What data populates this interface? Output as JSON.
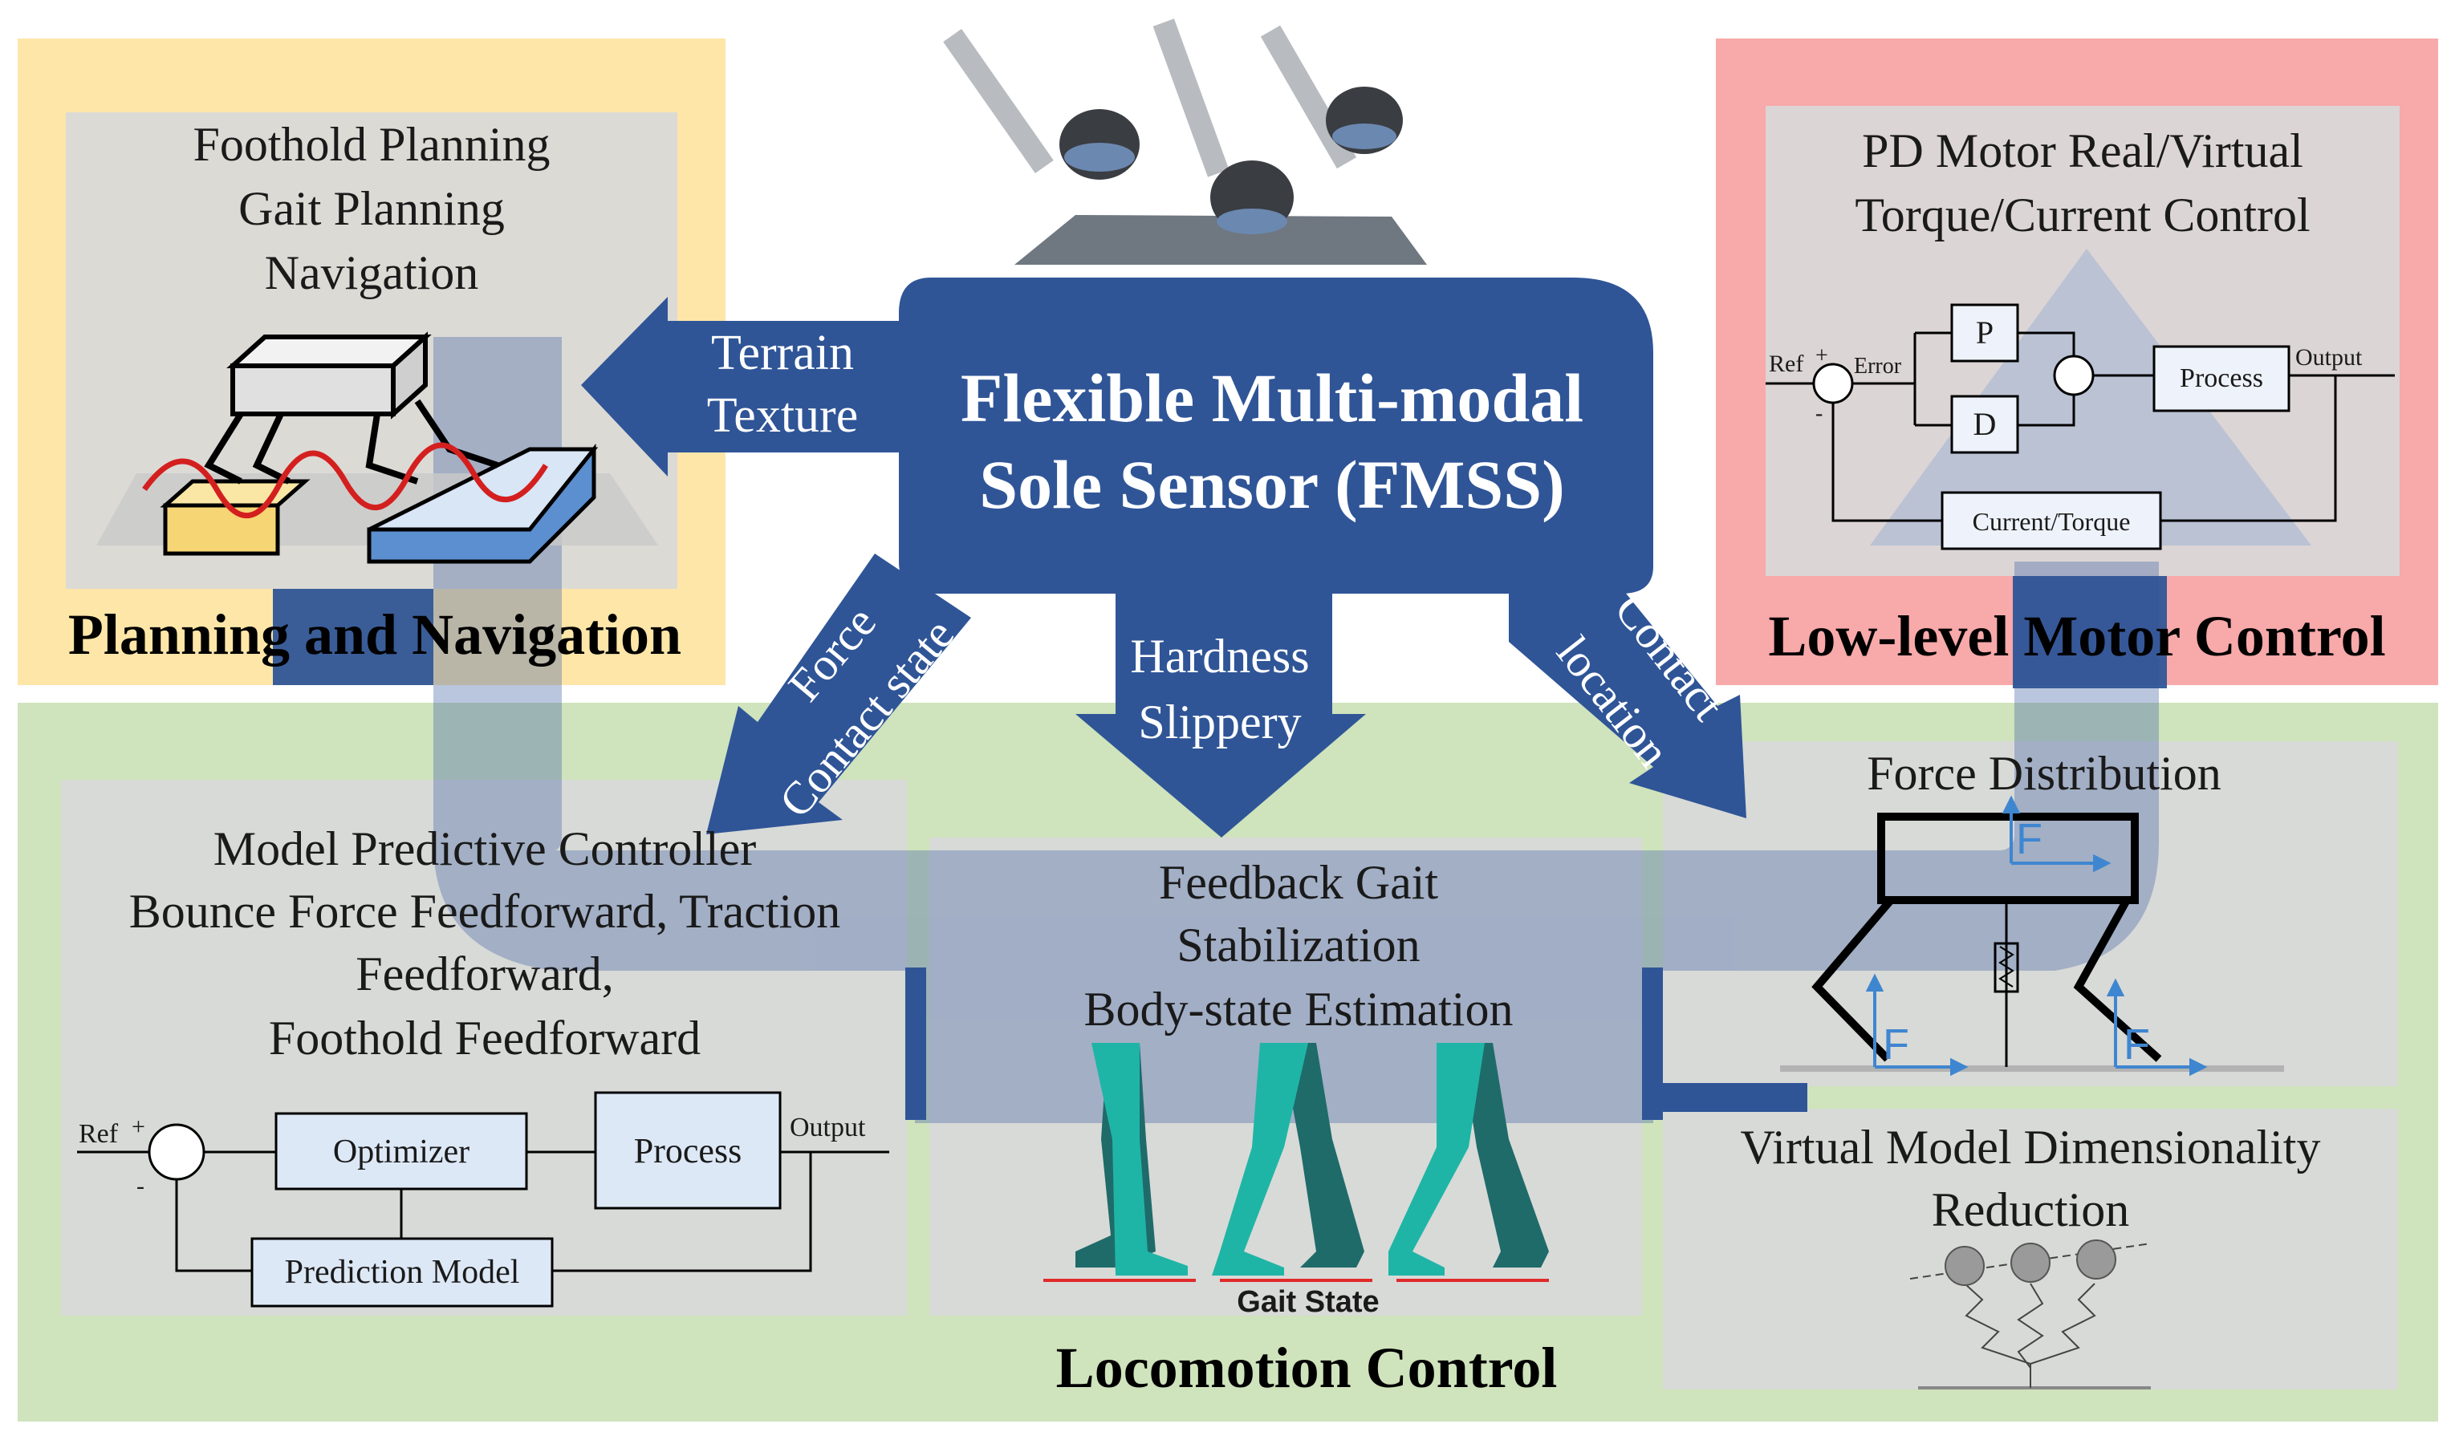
{
  "fmss": {
    "title_line1": "Flexible Multi-modal",
    "title_line2": "Sole Sensor (FMSS)"
  },
  "arrows": {
    "terrain_line1": "Terrain",
    "terrain_line2": "Texture",
    "force_line1": "Force",
    "force_line2": "Contact state",
    "hardness_line1": "Hardness",
    "hardness_line2": "Slippery",
    "contact_line1": "Contact",
    "contact_line2": "location"
  },
  "planning": {
    "heading": "Planning and Navigation",
    "line1": "Foothold Planning",
    "line2": "Gait Planning",
    "line3": "Navigation"
  },
  "motor": {
    "heading": "Low-level Motor Control",
    "line1": "PD  Motor Real/Virtual",
    "line2": "Torque/Current Control",
    "diagram": {
      "ref": "Ref",
      "plus": "+",
      "minus": "-",
      "error": "Error",
      "p": "P",
      "d": "D",
      "process": "Process",
      "output": "Output",
      "feedback": "Current/Torque"
    }
  },
  "locomotion": {
    "heading": "Locomotion Control",
    "mpc": {
      "line1": "Model Predictive Controller",
      "line2": "Bounce Force Feedforward, Traction",
      "line3": "Feedforward,",
      "line4": "Foothold Feedforward",
      "diagram": {
        "ref": "Ref",
        "plus": "+",
        "minus": "-",
        "optimizer": "Optimizer",
        "process": "Process",
        "output": "Output",
        "prediction": "Prediction Model"
      }
    },
    "feedback": {
      "line1": "Feedback Gait",
      "line2": "Stabilization",
      "line3": "Body-state Estimation",
      "gait_state": "Gait State"
    },
    "force_distribution": {
      "title": "Force Distribution",
      "f_label": "F"
    },
    "virtual_model": {
      "line1": "Virtual Model Dimensionality",
      "line2": "Reduction"
    }
  },
  "colors": {
    "blue": "#2f5597",
    "planning_bg": "#fde6a8",
    "motor_bg": "#f8a9a9",
    "locomotion_bg": "#cfe3bc",
    "inner_gray": "#d4d4d4"
  }
}
